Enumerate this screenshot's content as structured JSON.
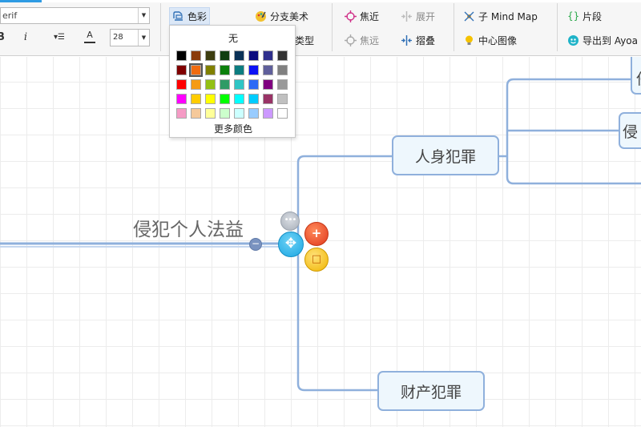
{
  "ribbon": {
    "font_name": "erif",
    "font_size": "28",
    "bold_label": "B",
    "italic_label": "i",
    "color_letter": "A",
    "color_item": "色彩",
    "branch_art": "分支美术",
    "type_label": "类型",
    "focus": "焦近",
    "unfocus": "焦远",
    "expand": "展开",
    "fold": "摺叠",
    "sub_mindmap": "子 Mind Map",
    "center_image": "中心图像",
    "snippet": "片段",
    "export": "导出到 Ayoa"
  },
  "color_popup": {
    "none_label": "无",
    "more_colors": "更多颜色",
    "selected_index": 9,
    "swatches": [
      "#000000",
      "#8a3b0b",
      "#3d3d10",
      "#0f3d10",
      "#0b3257",
      "#0c0c7e",
      "#2f2f8c",
      "#333333",
      "#800000",
      "#f06b10",
      "#808000",
      "#0c800c",
      "#0c7d80",
      "#0c12f5",
      "#5f5f9b",
      "#808080",
      "#ff0000",
      "#f59b14",
      "#93c014",
      "#2f9b66",
      "#2fc5c5",
      "#2d6af5",
      "#800080",
      "#999999",
      "#ff00ff",
      "#ffcc00",
      "#ffff00",
      "#00ff00",
      "#00ffff",
      "#00ccff",
      "#993366",
      "#c0c0c0",
      "#f59bc5",
      "#f5c99b",
      "#ffff99",
      "#ccffcc",
      "#ccffff",
      "#99ccff",
      "#cc99ff",
      "#ffffff"
    ]
  },
  "map": {
    "central_topic": "侵犯个人法益",
    "topics": {
      "personal_crime": "人身犯罪",
      "property_crime": "财产犯罪",
      "partial_right": "侵",
      "partial_top": "侵"
    },
    "more_symbol": "•••",
    "move_symbol": "✥",
    "collapse_symbol": "−",
    "add_symbol": "+",
    "callout_symbol": "□"
  },
  "colors": {
    "branch_line": "#8fb0dc",
    "topic_fill": "#eef7fd",
    "accent": "#2f9be3"
  }
}
